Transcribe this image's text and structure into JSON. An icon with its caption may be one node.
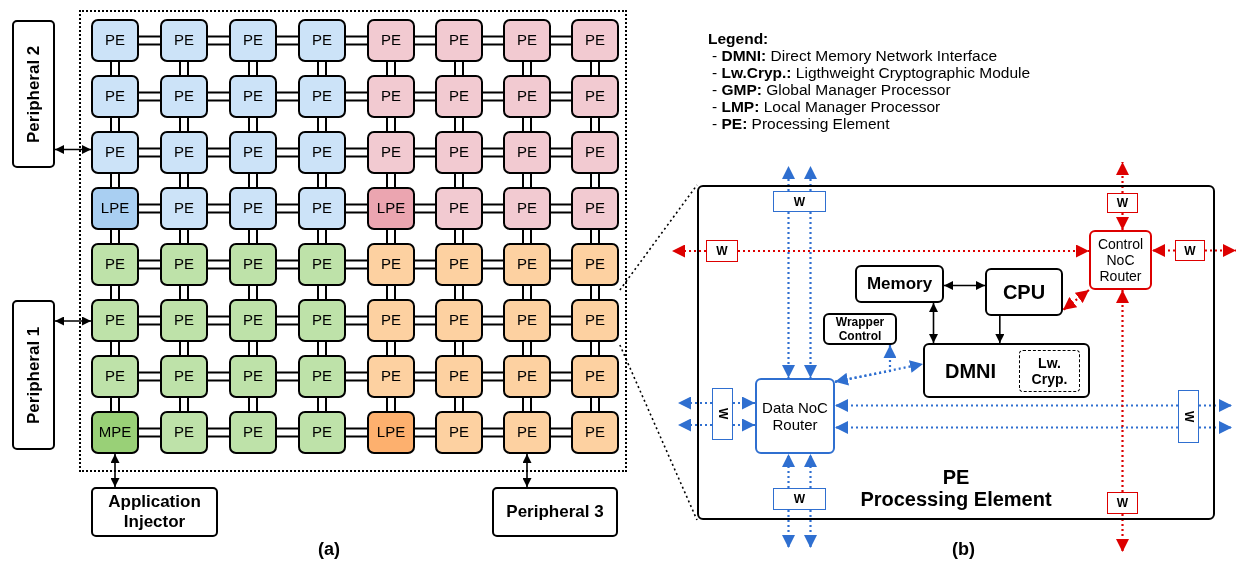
{
  "diagram": {
    "nodes": [
      {
        "text": [],
        "shape": "box"
      },
      {
        "text": [
          "PE"
        ],
        "in": 0
      },
      {
        "text": [
          "PE"
        ],
        "in": 0
      },
      {
        "text": [
          "PE"
        ],
        "in": 0
      },
      {
        "text": [
          "PE"
        ],
        "in": 0
      },
      {
        "text": [
          "PE"
        ],
        "in": 0
      },
      {
        "text": [
          "PE"
        ],
        "in": 0
      },
      {
        "text": [
          "PE"
        ],
        "in": 0
      },
      {
        "text": [
          "PE"
        ],
        "in": 0
      },
      {
        "text": [
          "PE"
        ],
        "in": 0
      },
      {
        "text": [
          "PE"
        ],
        "in": 0
      },
      {
        "text": [
          "PE"
        ],
        "in": 0
      },
      {
        "text": [
          "PE"
        ],
        "in": 0
      },
      {
        "text": [
          "PE"
        ],
        "in": 0
      },
      {
        "text": [
          "PE"
        ],
        "in": 0
      },
      {
        "text": [
          "PE"
        ],
        "in": 0
      },
      {
        "text": [
          "PE"
        ],
        "in": 0
      },
      {
        "text": [
          "PE"
        ],
        "in": 0
      },
      {
        "text": [
          "PE"
        ],
        "in": 0
      },
      {
        "text": [
          "PE"
        ],
        "in": 0
      },
      {
        "text": [
          "PE"
        ],
        "in": 0
      },
      {
        "text": [
          "PE"
        ],
        "in": 0
      },
      {
        "text": [
          "PE"
        ],
        "in": 0
      },
      {
        "text": [
          "PE"
        ],
        "in": 0
      },
      {
        "text": [
          "PE"
        ],
        "in": 0
      },
      {
        "text": [
          "LPE"
        ],
        "in": 0
      },
      {
        "text": [
          "PE"
        ],
        "in": 0
      },
      {
        "text": [
          "PE"
        ],
        "in": 0
      },
      {
        "text": [
          "PE"
        ],
        "in": 0
      },
      {
        "text": [
          "LPE"
        ],
        "in": 0
      },
      {
        "text": [
          "PE"
        ],
        "in": 0
      },
      {
        "text": [
          "PE"
        ],
        "in": 0
      },
      {
        "text": [
          "PE"
        ],
        "in": 0
      },
      {
        "text": [
          "PE"
        ],
        "in": 0
      },
      {
        "text": [
          "PE"
        ],
        "in": 0
      },
      {
        "text": [
          "PE"
        ],
        "in": 0
      },
      {
        "text": [
          "PE"
        ],
        "in": 0
      },
      {
        "text": [
          "PE"
        ],
        "in": 0
      },
      {
        "text": [
          "PE"
        ],
        "in": 0
      },
      {
        "text": [
          "PE"
        ],
        "in": 0
      },
      {
        "text": [
          "PE"
        ],
        "in": 0
      },
      {
        "text": [
          "PE"
        ],
        "in": 0
      },
      {
        "text": [
          "PE"
        ],
        "in": 0
      },
      {
        "text": [
          "PE"
        ],
        "in": 0
      },
      {
        "text": [
          "PE"
        ],
        "in": 0
      },
      {
        "text": [
          "PE"
        ],
        "in": 0
      },
      {
        "text": [
          "PE"
        ],
        "in": 0
      },
      {
        "text": [
          "PE"
        ],
        "in": 0
      },
      {
        "text": [
          "PE"
        ],
        "in": 0
      },
      {
        "text": [
          "PE"
        ],
        "in": 0
      },
      {
        "text": [
          "PE"
        ],
        "in": 0
      },
      {
        "text": [
          "PE"
        ],
        "in": 0
      },
      {
        "text": [
          "PE"
        ],
        "in": 0
      },
      {
        "text": [
          "PE"
        ],
        "in": 0
      },
      {
        "text": [
          "PE"
        ],
        "in": 0
      },
      {
        "text": [
          "PE"
        ],
        "in": 0
      },
      {
        "text": [
          "PE"
        ],
        "in": 0
      },
      {
        "text": [
          "MPE"
        ],
        "in": 0
      },
      {
        "text": [
          "PE"
        ],
        "in": 0
      },
      {
        "text": [
          "PE"
        ],
        "in": 0
      },
      {
        "text": [
          "PE"
        ],
        "in": 0
      },
      {
        "text": [
          "LPE"
        ],
        "in": 0
      },
      {
        "text": [
          "PE"
        ],
        "in": 0
      },
      {
        "text": [
          "PE"
        ],
        "in": 0
      },
      {
        "text": [
          "PE"
        ],
        "in": 0
      },
      {
        "text": [
          "Peripheral 2"
        ]
      },
      {
        "text": [
          "Peripheral 1"
        ]
      },
      {
        "text": [
          "Application Injector"
        ]
      },
      {
        "text": [
          "Peripheral 3"
        ]
      },
      {
        "text": [
          "PE",
          "Processing Element"
        ]
      },
      {
        "text": [
          "Memory"
        ],
        "in": 69
      },
      {
        "text": [
          "CPU"
        ],
        "in": 69
      },
      {
        "text": [
          "Wrapper Control"
        ],
        "in": 69
      },
      {
        "text": [
          "DMNI"
        ],
        "in": 69
      },
      {
        "text": [
          "Lw. Cryp."
        ],
        "in": 73
      },
      {
        "text": [
          "Data NoC Router"
        ],
        "in": 69
      },
      {
        "text": [
          "Control NoC Router"
        ],
        "in": 69
      },
      {
        "text": [
          "W"
        ],
        "in": 69
      },
      {
        "text": [
          "W"
        ],
        "in": 69
      },
      {
        "text": [
          "W"
        ],
        "in": 69
      },
      {
        "text": [
          "W"
        ],
        "in": 69
      },
      {
        "text": [
          "W"
        ],
        "in": 69
      },
      {
        "text": [
          "W"
        ],
        "in": 69
      },
      {
        "text": [
          "W"
        ],
        "in": 69
      },
      {
        "text": [
          "W"
        ],
        "in": 69
      }
    ],
    "edges": [
      {
        "from": 1,
        "to": 2,
        "arrow": "none"
      },
      {
        "from": 2,
        "to": 3,
        "arrow": "none"
      },
      {
        "from": 3,
        "to": 4,
        "arrow": "none"
      },
      {
        "from": 4,
        "to": 5,
        "arrow": "none"
      },
      {
        "from": 5,
        "to": 6,
        "arrow": "none"
      },
      {
        "from": 6,
        "to": 7,
        "arrow": "none"
      },
      {
        "from": 7,
        "to": 8,
        "arrow": "none"
      },
      {
        "from": 9,
        "to": 10,
        "arrow": "none"
      },
      {
        "from": 10,
        "to": 11,
        "arrow": "none"
      },
      {
        "from": 11,
        "to": 12,
        "arrow": "none"
      },
      {
        "from": 12,
        "to": 13,
        "arrow": "none"
      },
      {
        "from": 13,
        "to": 14,
        "arrow": "none"
      },
      {
        "from": 14,
        "to": 15,
        "arrow": "none"
      },
      {
        "from": 15,
        "to": 16,
        "arrow": "none"
      },
      {
        "from": 17,
        "to": 18,
        "arrow": "none"
      },
      {
        "from": 18,
        "to": 19,
        "arrow": "none"
      },
      {
        "from": 19,
        "to": 20,
        "arrow": "none"
      },
      {
        "from": 20,
        "to": 21,
        "arrow": "none"
      },
      {
        "from": 21,
        "to": 22,
        "arrow": "none"
      },
      {
        "from": 22,
        "to": 23,
        "arrow": "none"
      },
      {
        "from": 23,
        "to": 24,
        "arrow": "none"
      },
      {
        "from": 25,
        "to": 26,
        "arrow": "none"
      },
      {
        "from": 26,
        "to": 27,
        "arrow": "none"
      },
      {
        "from": 27,
        "to": 28,
        "arrow": "none"
      },
      {
        "from": 28,
        "to": 29,
        "arrow": "none"
      },
      {
        "from": 29,
        "to": 30,
        "arrow": "none"
      },
      {
        "from": 30,
        "to": 31,
        "arrow": "none"
      },
      {
        "from": 31,
        "to": 32,
        "arrow": "none"
      },
      {
        "from": 33,
        "to": 34,
        "arrow": "none"
      },
      {
        "from": 34,
        "to": 35,
        "arrow": "none"
      },
      {
        "from": 35,
        "to": 36,
        "arrow": "none"
      },
      {
        "from": 36,
        "to": 37,
        "arrow": "none"
      },
      {
        "from": 37,
        "to": 38,
        "arrow": "none"
      },
      {
        "from": 38,
        "to": 39,
        "arrow": "none"
      },
      {
        "from": 39,
        "to": 40,
        "arrow": "none"
      },
      {
        "from": 41,
        "to": 42,
        "arrow": "none"
      },
      {
        "from": 42,
        "to": 43,
        "arrow": "none"
      },
      {
        "from": 43,
        "to": 44,
        "arrow": "none"
      },
      {
        "from": 44,
        "to": 45,
        "arrow": "none"
      },
      {
        "from": 45,
        "to": 46,
        "arrow": "none"
      },
      {
        "from": 46,
        "to": 47,
        "arrow": "none"
      },
      {
        "from": 47,
        "to": 48,
        "arrow": "none"
      },
      {
        "from": 49,
        "to": 50,
        "arrow": "none"
      },
      {
        "from": 50,
        "to": 51,
        "arrow": "none"
      },
      {
        "from": 51,
        "to": 52,
        "arrow": "none"
      },
      {
        "from": 52,
        "to": 53,
        "arrow": "none"
      },
      {
        "from": 53,
        "to": 54,
        "arrow": "none"
      },
      {
        "from": 54,
        "to": 55,
        "arrow": "none"
      },
      {
        "from": 55,
        "to": 56,
        "arrow": "none"
      },
      {
        "from": 57,
        "to": 58,
        "arrow": "none"
      },
      {
        "from": 58,
        "to": 59,
        "arrow": "none"
      },
      {
        "from": 59,
        "to": 60,
        "arrow": "none"
      },
      {
        "from": 60,
        "to": 61,
        "arrow": "none"
      },
      {
        "from": 61,
        "to": 62,
        "arrow": "none"
      },
      {
        "from": 62,
        "to": 63,
        "arrow": "none"
      },
      {
        "from": 63,
        "to": 64,
        "arrow": "none"
      },
      {
        "from": 1,
        "to": 9,
        "arrow": "none"
      },
      {
        "from": 2,
        "to": 10,
        "arrow": "none"
      },
      {
        "from": 3,
        "to": 11,
        "arrow": "none"
      },
      {
        "from": 4,
        "to": 12,
        "arrow": "none"
      },
      {
        "from": 5,
        "to": 13,
        "arrow": "none"
      },
      {
        "from": 6,
        "to": 14,
        "arrow": "none"
      },
      {
        "from": 7,
        "to": 15,
        "arrow": "none"
      },
      {
        "from": 8,
        "to": 16,
        "arrow": "none"
      },
      {
        "from": 9,
        "to": 17,
        "arrow": "none"
      },
      {
        "from": 10,
        "to": 18,
        "arrow": "none"
      },
      {
        "from": 11,
        "to": 19,
        "arrow": "none"
      },
      {
        "from": 12,
        "to": 20,
        "arrow": "none"
      },
      {
        "from": 13,
        "to": 21,
        "arrow": "none"
      },
      {
        "from": 14,
        "to": 22,
        "arrow": "none"
      },
      {
        "from": 15,
        "to": 23,
        "arrow": "none"
      },
      {
        "from": 16,
        "to": 24,
        "arrow": "none"
      },
      {
        "from": 17,
        "to": 25,
        "arrow": "none"
      },
      {
        "from": 18,
        "to": 26,
        "arrow": "none"
      },
      {
        "from": 19,
        "to": 27,
        "arrow": "none"
      },
      {
        "from": 20,
        "to": 28,
        "arrow": "none"
      },
      {
        "from": 21,
        "to": 29,
        "arrow": "none"
      },
      {
        "from": 22,
        "to": 30,
        "arrow": "none"
      },
      {
        "from": 23,
        "to": 31,
        "arrow": "none"
      },
      {
        "from": 24,
        "to": 32,
        "arrow": "none"
      },
      {
        "from": 25,
        "to": 33,
        "arrow": "none"
      },
      {
        "from": 26,
        "to": 34,
        "arrow": "none"
      },
      {
        "from": 27,
        "to": 35,
        "arrow": "none"
      },
      {
        "from": 28,
        "to": 36,
        "arrow": "none"
      },
      {
        "from": 29,
        "to": 37,
        "arrow": "none"
      },
      {
        "from": 30,
        "to": 38,
        "arrow": "none"
      },
      {
        "from": 31,
        "to": 39,
        "arrow": "none"
      },
      {
        "from": 32,
        "to": 40,
        "arrow": "none"
      },
      {
        "from": 33,
        "to": 41,
        "arrow": "none"
      },
      {
        "from": 34,
        "to": 42,
        "arrow": "none"
      },
      {
        "from": 35,
        "to": 43,
        "arrow": "none"
      },
      {
        "from": 36,
        "to": 44,
        "arrow": "none"
      },
      {
        "from": 37,
        "to": 45,
        "arrow": "none"
      },
      {
        "from": 38,
        "to": 46,
        "arrow": "none"
      },
      {
        "from": 39,
        "to": 47,
        "arrow": "none"
      },
      {
        "from": 40,
        "to": 48,
        "arrow": "none"
      },
      {
        "from": 41,
        "to": 49,
        "arrow": "none"
      },
      {
        "from": 42,
        "to": 50,
        "arrow": "none"
      },
      {
        "from": 43,
        "to": 51,
        "arrow": "none"
      },
      {
        "from": 44,
        "to": 52,
        "arrow": "none"
      },
      {
        "from": 45,
        "to": 53,
        "arrow": "none"
      },
      {
        "from": 46,
        "to": 54,
        "arrow": "none"
      },
      {
        "from": 47,
        "to": 55,
        "arrow": "none"
      },
      {
        "from": 48,
        "to": 56,
        "arrow": "none"
      },
      {
        "from": 49,
        "to": 57,
        "arrow": "none"
      },
      {
        "from": 50,
        "to": 58,
        "arrow": "none"
      },
      {
        "from": 51,
        "to": 59,
        "arrow": "none"
      },
      {
        "from": 52,
        "to": 60,
        "arrow": "none"
      },
      {
        "from": 53,
        "to": 61,
        "arrow": "none"
      },
      {
        "from": 54,
        "to": 62,
        "arrow": "none"
      },
      {
        "from": 55,
        "to": 63,
        "arrow": "none"
      },
      {
        "from": 56,
        "to": 64,
        "arrow": "none"
      },
      {
        "from": 65,
        "to": 17,
        "arrow": "both"
      },
      {
        "from": 66,
        "to": 41,
        "arrow": "both"
      },
      {
        "from": 57,
        "to": 67,
        "arrow": "both"
      },
      {
        "from": 63,
        "to": 68,
        "arrow": "both"
      },
      {
        "from": 0,
        "to": 69,
        "arrow": "none",
        "style": "dashed"
      },
      {
        "from": 0,
        "to": 69,
        "arrow": "none",
        "style": "dashed"
      },
      {
        "from": 70,
        "to": 71,
        "arrow": "both"
      },
      {
        "from": 70,
        "to": 73,
        "arrow": "both"
      },
      {
        "from": 71,
        "to": 73,
        "arrow": "to"
      },
      {
        "from": 76,
        "to": 71,
        "arrow": "both",
        "style": "dashed",
        "color": "#dd0000"
      },
      {
        "from": 75,
        "to": 73,
        "arrow": "both",
        "style": "dashed",
        "color": "#2f6fd0"
      },
      {
        "from": 75,
        "to": 72,
        "arrow": "to",
        "style": "dashed",
        "color": "#2f6fd0"
      },
      {
        "from": 77,
        "to": null,
        "arrow": "to",
        "style": "dashed",
        "color": "#2f6fd0"
      },
      {
        "from": 77,
        "to": null,
        "arrow": "to",
        "style": "dashed",
        "color": "#2f6fd0"
      },
      {
        "from": 77,
        "to": 75,
        "arrow": "to",
        "style": "dashed",
        "color": "#2f6fd0"
      },
      {
        "from": 77,
        "to": 75,
        "arrow": "to",
        "style": "dashed",
        "color": "#2f6fd0"
      },
      {
        "from": 78,
        "to": null,
        "arrow": "to",
        "style": "dashed",
        "color": "#2f6fd0"
      },
      {
        "from": 78,
        "to": null,
        "arrow": "to",
        "style": "dashed",
        "color": "#2f6fd0"
      },
      {
        "from": 78,
        "to": 75,
        "arrow": "to",
        "style": "dashed",
        "color": "#2f6fd0"
      },
      {
        "from": 78,
        "to": 75,
        "arrow": "to",
        "style": "dashed",
        "color": "#2f6fd0"
      },
      {
        "from": 79,
        "to": 75,
        "arrow": "to",
        "style": "dashed",
        "color": "#2f6fd0"
      },
      {
        "from": 79,
        "to": 75,
        "arrow": "to",
        "style": "dashed",
        "color": "#2f6fd0"
      },
      {
        "from": 79,
        "to": null,
        "arrow": "to",
        "style": "dashed",
        "color": "#2f6fd0"
      },
      {
        "from": 79,
        "to": null,
        "arrow": "to",
        "style": "dashed",
        "color": "#2f6fd0"
      },
      {
        "from": 80,
        "to": 75,
        "arrow": "to",
        "style": "dashed",
        "color": "#2f6fd0"
      },
      {
        "from": 80,
        "to": 75,
        "arrow": "to",
        "style": "dashed",
        "color": "#2f6fd0"
      },
      {
        "from": 80,
        "to": null,
        "arrow": "to",
        "style": "dashed",
        "color": "#2f6fd0"
      },
      {
        "from": 80,
        "to": null,
        "arrow": "to",
        "style": "dashed",
        "color": "#2f6fd0"
      },
      {
        "from": 81,
        "to": null,
        "arrow": "to",
        "style": "dashed",
        "color": "#dd0000"
      },
      {
        "from": 81,
        "to": 76,
        "arrow": "to",
        "style": "dashed",
        "color": "#dd0000"
      },
      {
        "from": 82,
        "to": null,
        "arrow": "to",
        "style": "dashed",
        "color": "#dd0000"
      },
      {
        "from": 82,
        "to": 76,
        "arrow": "to",
        "style": "dashed",
        "color": "#dd0000"
      },
      {
        "from": 83,
        "to": 76,
        "arrow": "to",
        "style": "dashed",
        "color": "#dd0000"
      },
      {
        "from": 83,
        "to": null,
        "arrow": "to",
        "style": "dashed",
        "color": "#dd0000"
      },
      {
        "from": 84,
        "to": 76,
        "arrow": "to",
        "style": "dashed",
        "color": "#dd0000"
      },
      {
        "from": 84,
        "to": null,
        "arrow": "to",
        "style": "dashed",
        "color": "#dd0000"
      }
    ],
    "labels": [
      "Legend:",
      "- **DMNI:** Direct Memory Network Interface",
      "- **Lw.Cryp.:** Ligthweight Cryptographic Module",
      "- **GMP:** Global Manager Processor",
      "- **LMP:** Local Manager Processor",
      "- **PE:** Processing Element",
      "(a)",
      "(b)"
    ]
  }
}
